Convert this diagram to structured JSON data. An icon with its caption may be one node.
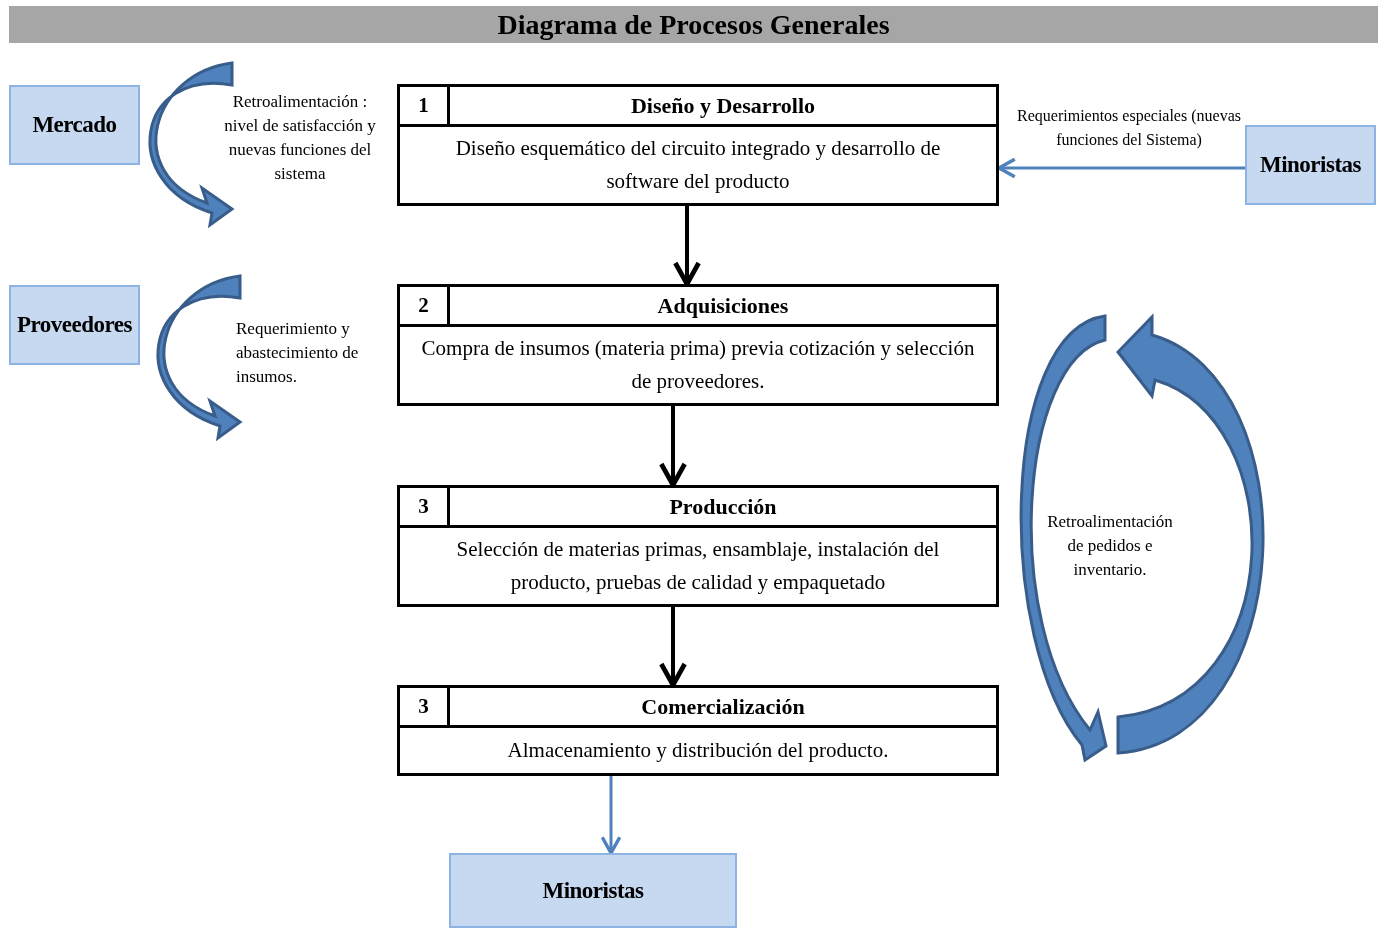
{
  "diagram": {
    "title": "Diagrama de Procesos Generales",
    "nodes": [
      {
        "text": [
          "Mercado"
        ]
      },
      {
        "text": [
          "Proveedores"
        ]
      },
      {
        "text": [
          "1",
          "Diseño y Desarrollo",
          "Diseño esquemático del circuito integrado y desarrollo de software del producto"
        ]
      },
      {
        "text": [
          "2",
          "Adquisiciones",
          "Compra de insumos (materia prima) previa cotización y selección de proveedores."
        ]
      },
      {
        "text": [
          "3",
          "Producción",
          "Selección de materias primas, ensamblaje, instalación del producto, pruebas de calidad y empaquetado"
        ]
      },
      {
        "text": [
          "3",
          "Comercialización",
          "Almacenamiento y distribución del producto."
        ]
      },
      {
        "text": [
          "Minoristas"
        ]
      },
      {
        "text": [
          "Minoristas"
        ]
      }
    ],
    "edges": [
      {
        "from": 2,
        "to": 3,
        "arrow": "to"
      },
      {
        "from": 3,
        "to": 4,
        "arrow": "to"
      },
      {
        "from": 4,
        "to": 5,
        "arrow": "to"
      },
      {
        "from": 6,
        "to": 2,
        "arrow": "to",
        "label": "Requerimientos especiales (nuevas funciones del Sistema)",
        "color": "#4f81bd"
      },
      {
        "from": 5,
        "to": 7,
        "arrow": "to",
        "color": "#4f81bd"
      }
    ],
    "labels": [
      "Retroalimentación : nivel de satisfacción y nuevas funciones del sistema",
      "Requerimiento y abastecimiento de insumos.",
      "Retroalimentación de pedidos e inventario."
    ]
  }
}
